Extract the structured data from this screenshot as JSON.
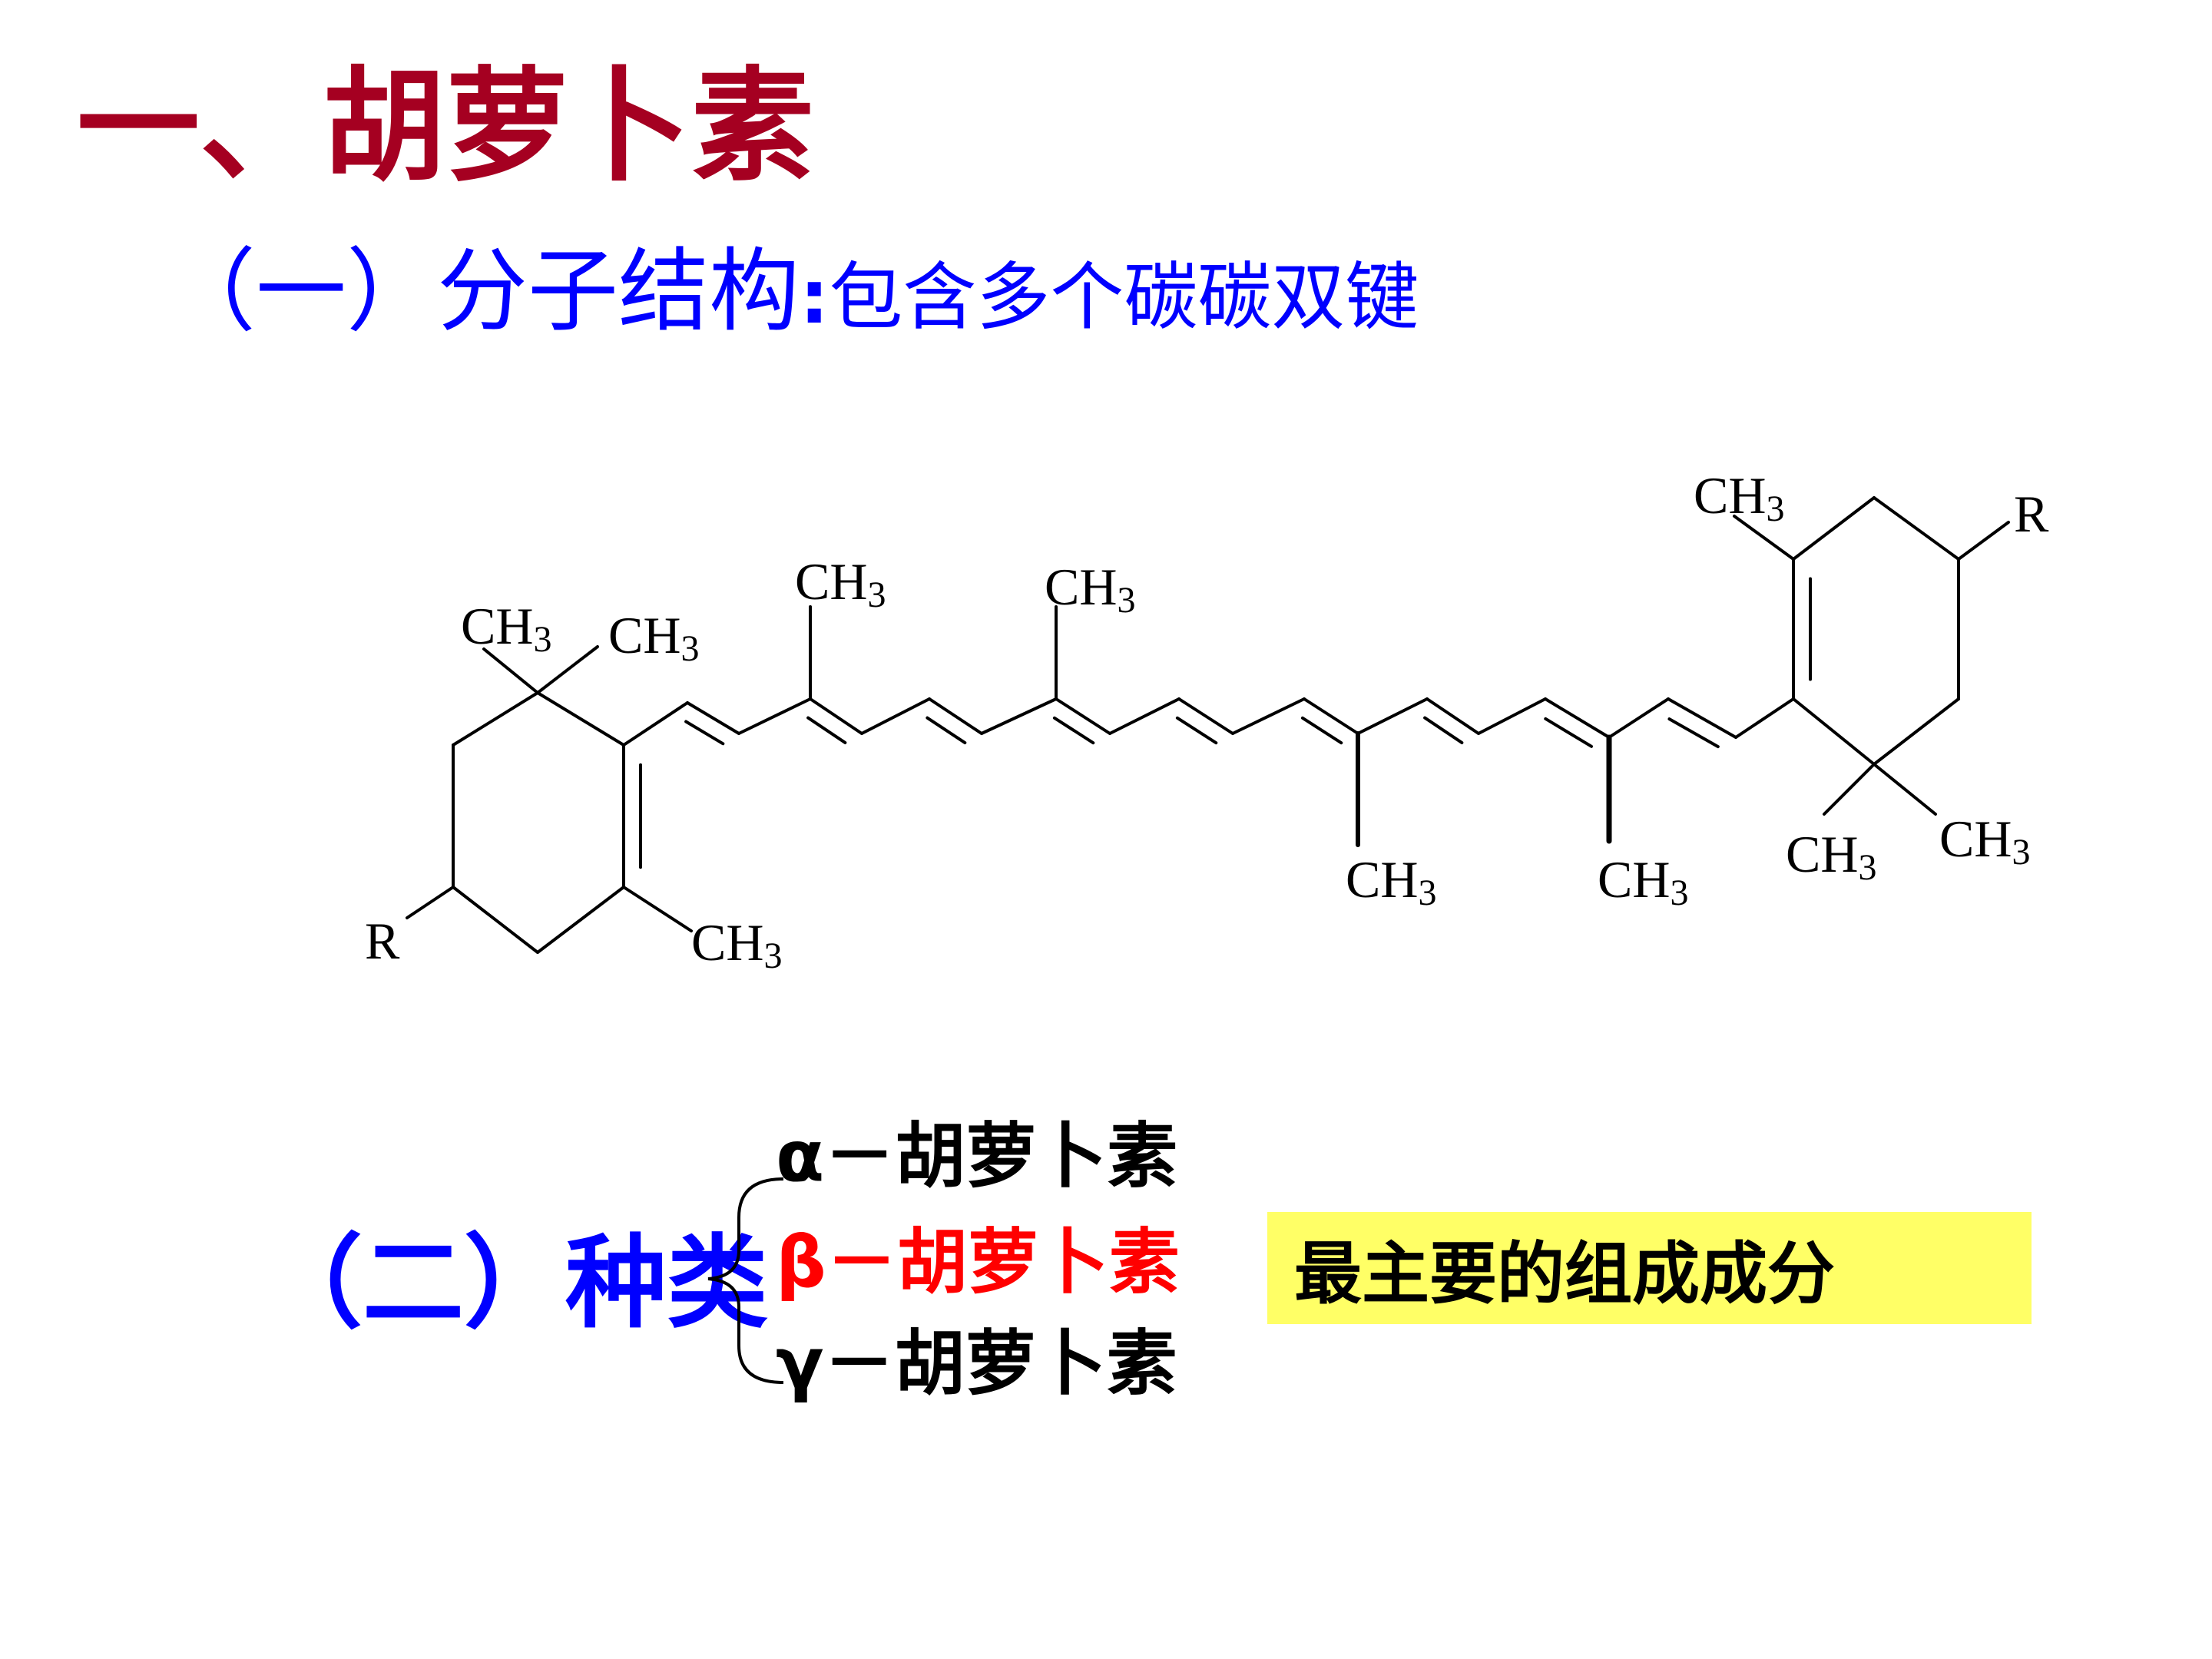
{
  "title": "一、胡萝卜素",
  "subtitle": {
    "heading": "（一）分子结构",
    "separator": ":",
    "description": "包含多个碳碳双键"
  },
  "structure": {
    "labels": {
      "ch3_main": "CH",
      "ch3_sub": "3",
      "r": "R"
    },
    "colors": {
      "lines": "#000000"
    }
  },
  "types": {
    "label": "（二）种类",
    "items": [
      {
        "text": "α－胡萝卜素",
        "color": "#000000"
      },
      {
        "text": "β－胡萝卜素",
        "color": "#ff0000"
      },
      {
        "text": "γ－胡萝卜素",
        "color": "#000000"
      }
    ],
    "note": "最主要的组成成分"
  },
  "colors": {
    "title": "#a50021",
    "subtitle": "#0000ff",
    "types_label": "#0000ff",
    "highlight_bg": "#ffff66",
    "note_text": "#000000"
  }
}
